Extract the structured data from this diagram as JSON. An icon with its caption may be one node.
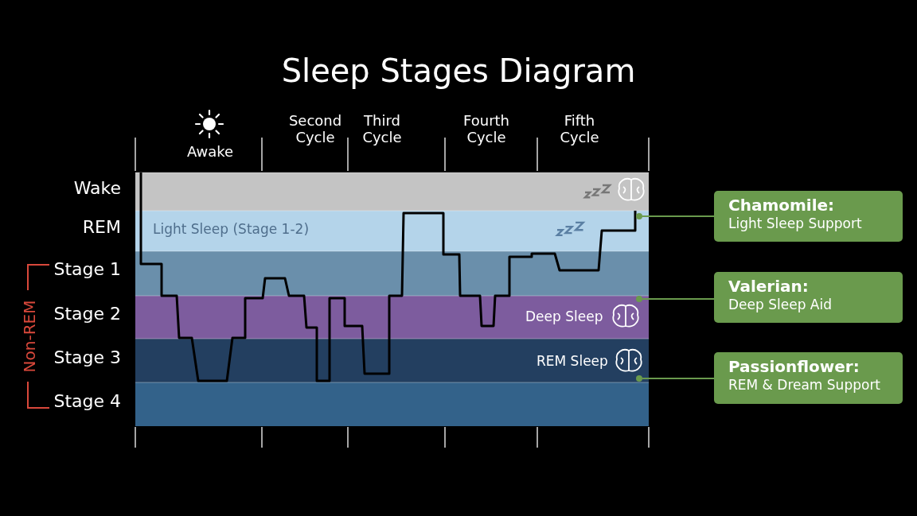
{
  "diagram": {
    "title": "Sleep Stages Diagram",
    "nodes": [
      {
        "text": [
          "Chamomile:",
          "Light Sleep Support"
        ]
      },
      {
        "text": [
          "Valerian:",
          "Deep Sleep Aid"
        ]
      },
      {
        "text": [
          "Passionflower:",
          "REM & Dream Support"
        ]
      },
      {
        "text": [],
        "shape": "circle"
      },
      {
        "text": [],
        "shape": "circle"
      },
      {
        "text": [],
        "shape": "circle"
      }
    ],
    "edges": [
      {
        "from": 0,
        "to": 3,
        "arrow": "none"
      },
      {
        "from": 1,
        "to": 4,
        "arrow": "none"
      },
      {
        "from": 2,
        "to": 5,
        "arrow": "none"
      }
    ],
    "labels": [
      "Awake",
      "Second Cycle",
      "Third Cycle",
      "Fourth Cycle",
      "Fifth Cycle",
      "Wake",
      "REM",
      "Light Sleep (Stage 1-2)",
      "Stage 1",
      "Non-REM",
      "Stage 2",
      "Deep Sleep",
      "Stage 3",
      "REM Sleep",
      "Stage 4"
    ]
  }
}
